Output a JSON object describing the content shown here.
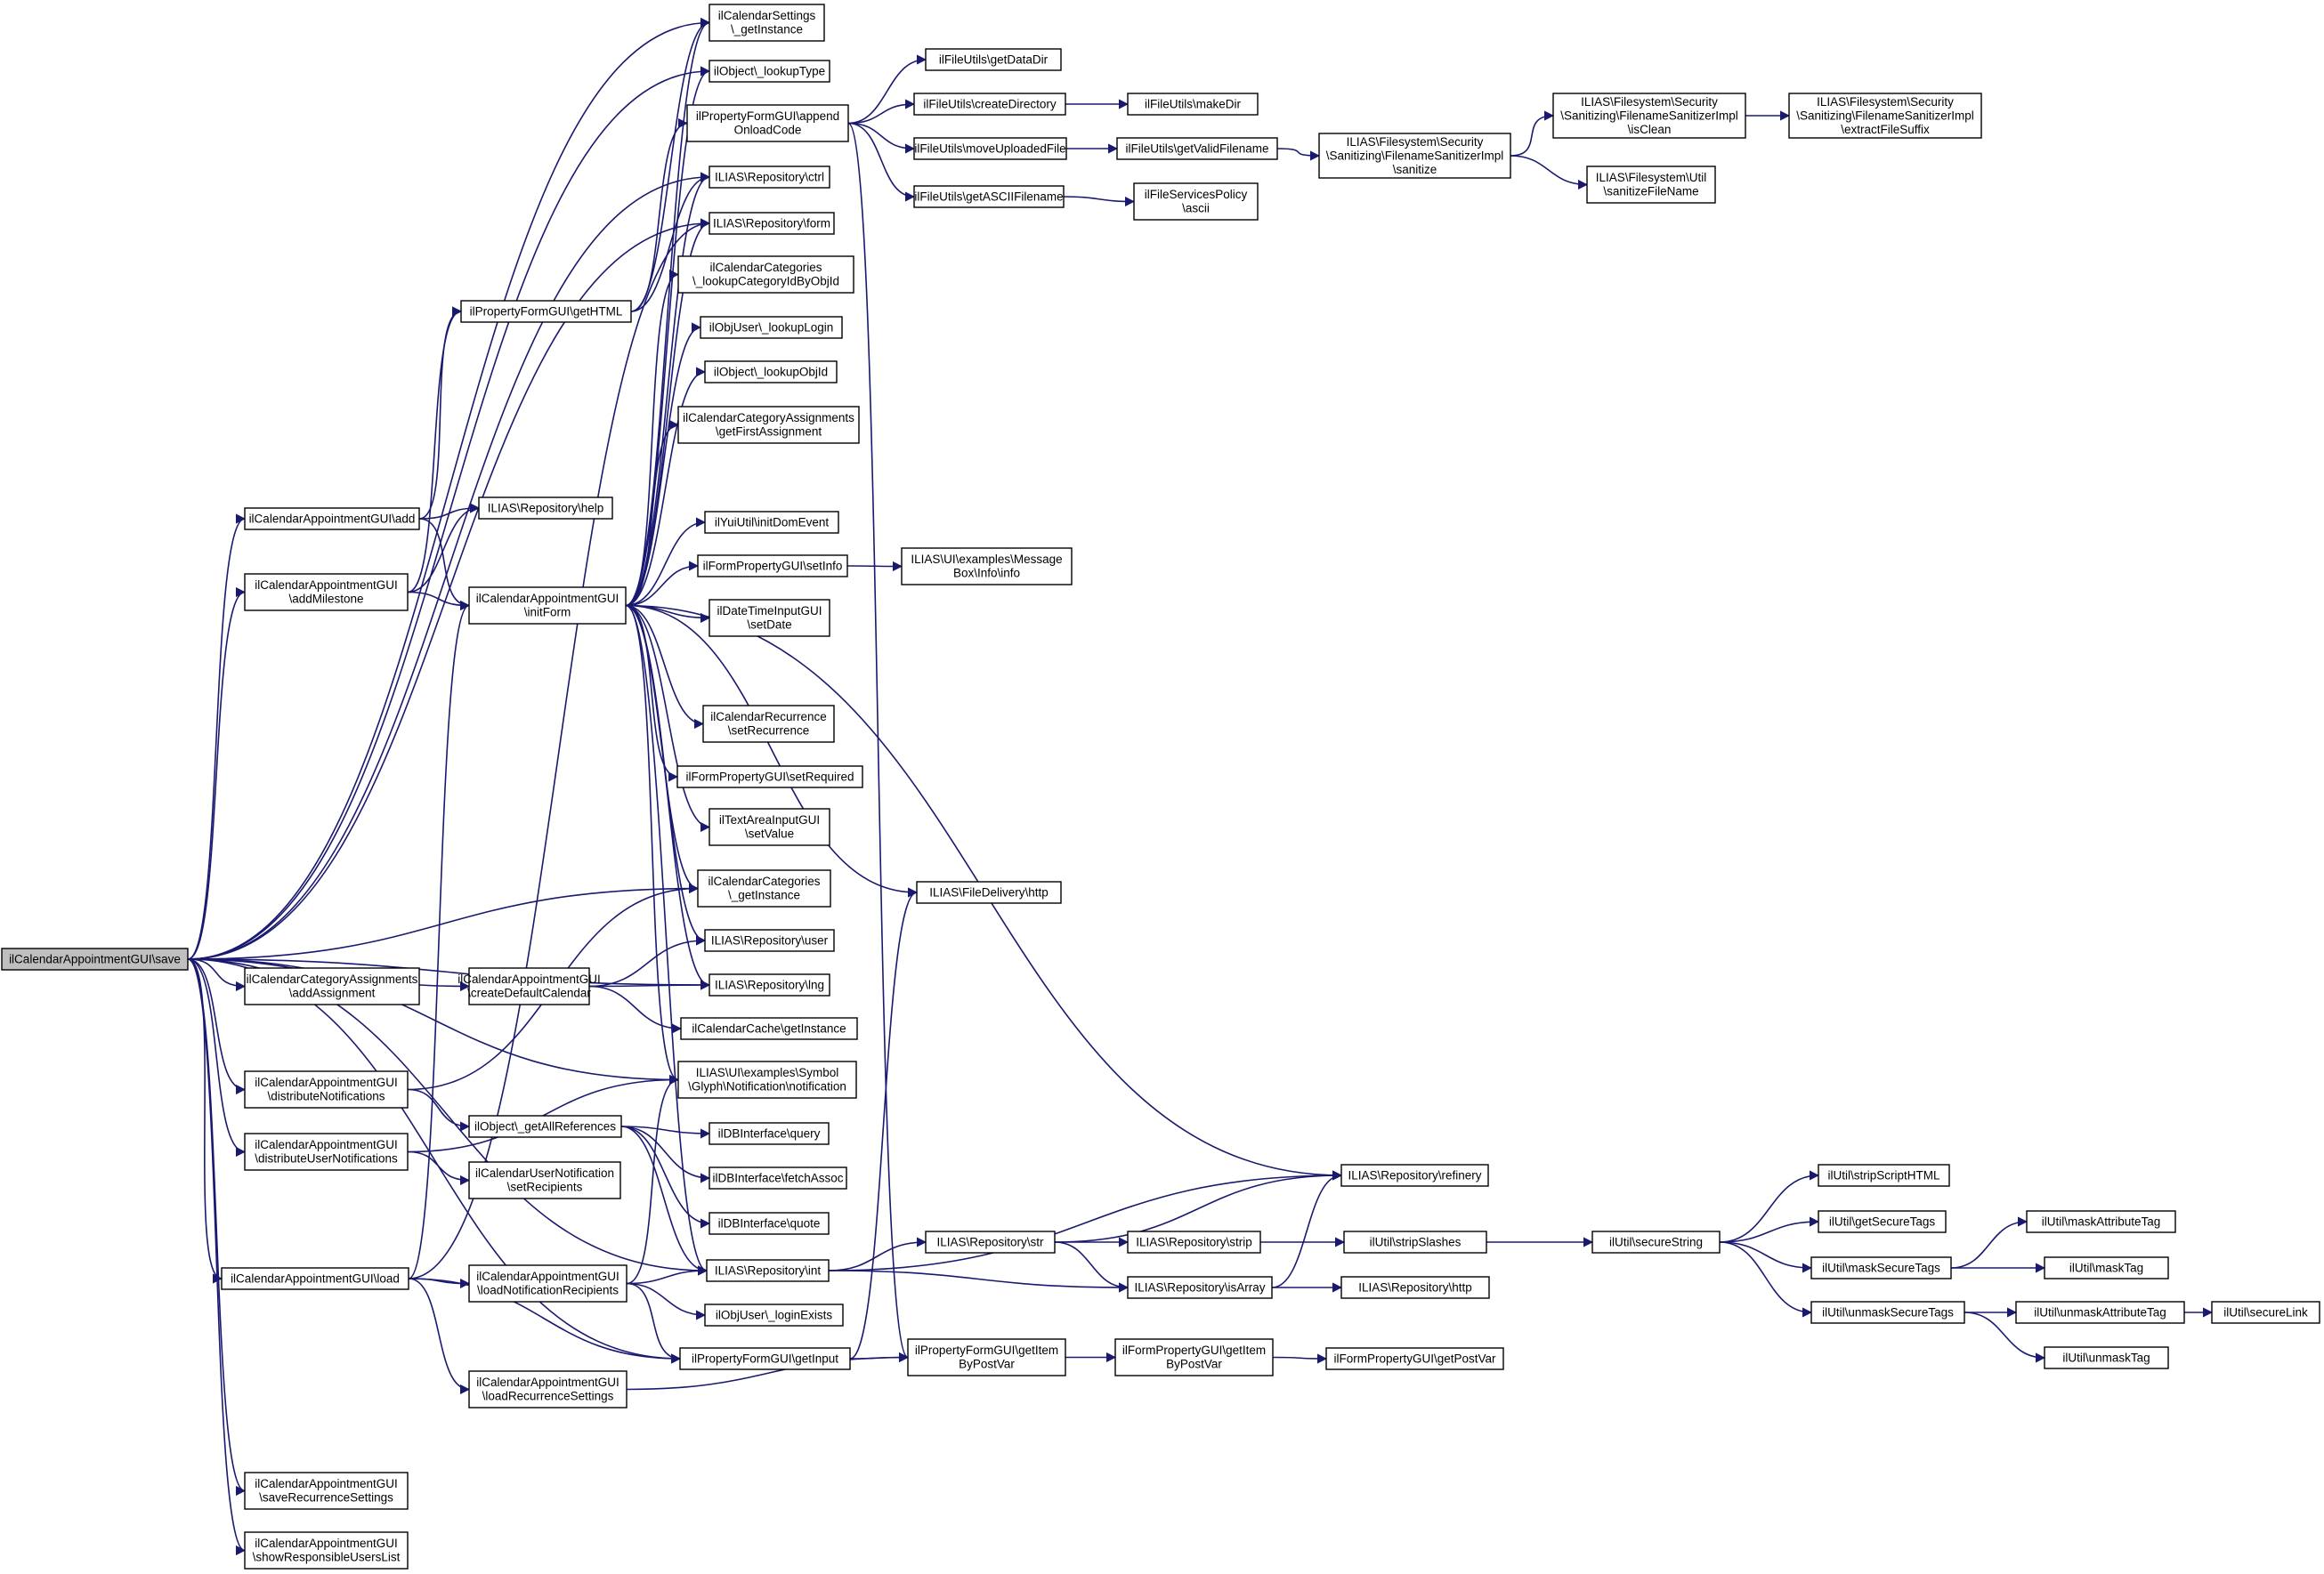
{
  "graph": {
    "edge_color": "#191970",
    "root_fill": "#bfbfbf",
    "nodes": [
      {
        "id": "save",
        "lines": [
          "ilCalendarAppointmentGUI\\save"
        ],
        "root": true
      },
      {
        "id": "calsettings",
        "lines": [
          "ilCalendarSettings",
          "\\_getInstance"
        ]
      },
      {
        "id": "lookupType",
        "lines": [
          "ilObject\\_lookupType"
        ]
      },
      {
        "id": "appendOnload",
        "lines": [
          "ilPropertyFormGUI\\append",
          "OnloadCode"
        ]
      },
      {
        "id": "repoCtrl",
        "lines": [
          "ILIAS\\Repository\\ctrl"
        ]
      },
      {
        "id": "repoForm",
        "lines": [
          "ILIAS\\Repository\\form"
        ]
      },
      {
        "id": "lookupCatId",
        "lines": [
          "ilCalendarCategories",
          "\\_lookupCategoryIdByObjId"
        ]
      },
      {
        "id": "lookupLogin",
        "lines": [
          "ilObjUser\\_lookupLogin"
        ]
      },
      {
        "id": "lookupObjId",
        "lines": [
          "ilObject\\_lookupObjId"
        ]
      },
      {
        "id": "getFirstAssign",
        "lines": [
          "ilCalendarCategoryAssignments",
          "\\getFirstAssignment"
        ]
      },
      {
        "id": "initDomEvent",
        "lines": [
          "ilYuiUtil\\initDomEvent"
        ]
      },
      {
        "id": "setInfo",
        "lines": [
          "ilFormPropertyGUI\\setInfo"
        ]
      },
      {
        "id": "setDate",
        "lines": [
          "ilDateTimeInputGUI",
          "\\setDate"
        ]
      },
      {
        "id": "setRecurrence",
        "lines": [
          "ilCalendarRecurrence",
          "\\setRecurrence"
        ]
      },
      {
        "id": "setRequired",
        "lines": [
          "ilFormPropertyGUI\\setRequired"
        ]
      },
      {
        "id": "setValue",
        "lines": [
          "ilTextAreaInputGUI",
          "\\setValue"
        ]
      },
      {
        "id": "catGetInstance",
        "lines": [
          "ilCalendarCategories",
          "\\_getInstance"
        ]
      },
      {
        "id": "repoUser",
        "lines": [
          "ILIAS\\Repository\\user"
        ]
      },
      {
        "id": "repoLng",
        "lines": [
          "ILIAS\\Repository\\lng"
        ]
      },
      {
        "id": "cacheGetInstance",
        "lines": [
          "ilCalendarCache\\getInstance"
        ]
      },
      {
        "id": "notification",
        "lines": [
          "ILIAS\\UI\\examples\\Symbol",
          "\\Glyph\\Notification\\notification"
        ]
      },
      {
        "id": "dbQuery",
        "lines": [
          "ilDBInterface\\query"
        ]
      },
      {
        "id": "dbFetch",
        "lines": [
          "ilDBInterface\\fetchAssoc"
        ]
      },
      {
        "id": "dbQuote",
        "lines": [
          "ilDBInterface\\quote"
        ]
      },
      {
        "id": "repoInt",
        "lines": [
          "ILIAS\\Repository\\int"
        ]
      },
      {
        "id": "loginExists",
        "lines": [
          "ilObjUser\\_loginExists"
        ]
      },
      {
        "id": "getInput",
        "lines": [
          "ilPropertyFormGUI\\getInput"
        ]
      },
      {
        "id": "getHTML",
        "lines": [
          "ilPropertyFormGUI\\getHTML"
        ]
      },
      {
        "id": "add",
        "lines": [
          "ilCalendarAppointmentGUI\\add"
        ]
      },
      {
        "id": "repoHelp",
        "lines": [
          "ILIAS\\Repository\\help"
        ]
      },
      {
        "id": "addMilestone",
        "lines": [
          "ilCalendarAppointmentGUI",
          "\\addMilestone"
        ]
      },
      {
        "id": "initForm",
        "lines": [
          "ilCalendarAppointmentGUI",
          "\\initForm"
        ]
      },
      {
        "id": "addAssignment",
        "lines": [
          "ilCalendarCategoryAssignments",
          "\\addAssignment"
        ]
      },
      {
        "id": "createDefaultCal",
        "lines": [
          "ilCalendarAppointmentGUI",
          "\\createDefaultCalendar"
        ]
      },
      {
        "id": "distNotif",
        "lines": [
          "ilCalendarAppointmentGUI",
          "\\distributeNotifications"
        ]
      },
      {
        "id": "distUserNotif",
        "lines": [
          "ilCalendarAppointmentGUI",
          "\\distributeUserNotifications"
        ]
      },
      {
        "id": "getAllRefs",
        "lines": [
          "ilObject\\_getAllReferences"
        ]
      },
      {
        "id": "setRecipients",
        "lines": [
          "ilCalendarUserNotification",
          "\\setRecipients"
        ]
      },
      {
        "id": "load",
        "lines": [
          "ilCalendarAppointmentGUI\\load"
        ]
      },
      {
        "id": "loadNotifRecip",
        "lines": [
          "ilCalendarAppointmentGUI",
          "\\loadNotificationRecipients"
        ]
      },
      {
        "id": "loadRecurSettings",
        "lines": [
          "ilCalendarAppointmentGUI",
          "\\loadRecurrenceSettings"
        ]
      },
      {
        "id": "saveRecurSettings",
        "lines": [
          "ilCalendarAppointmentGUI",
          "\\saveRecurrenceSettings"
        ]
      },
      {
        "id": "showRespUsers",
        "lines": [
          "ilCalendarAppointmentGUI",
          "\\showResponsibleUsersList"
        ]
      },
      {
        "id": "getDataDir",
        "lines": [
          "ilFileUtils\\getDataDir"
        ]
      },
      {
        "id": "createDirectory",
        "lines": [
          "ilFileUtils\\createDirectory"
        ]
      },
      {
        "id": "moveUploaded",
        "lines": [
          "ilFileUtils\\moveUploadedFile"
        ]
      },
      {
        "id": "getASCII",
        "lines": [
          "ilFileUtils\\getASCIIFilename"
        ]
      },
      {
        "id": "makeDir",
        "lines": [
          "ilFileUtils\\makeDir"
        ]
      },
      {
        "id": "getValidFilename",
        "lines": [
          "ilFileUtils\\getValidFilename"
        ]
      },
      {
        "id": "ascii",
        "lines": [
          "ilFileServicesPolicy",
          "\\ascii"
        ]
      },
      {
        "id": "sanitize",
        "lines": [
          "ILIAS\\Filesystem\\Security",
          "\\Sanitizing\\FilenameSanitizerImpl",
          "\\sanitize"
        ]
      },
      {
        "id": "isClean",
        "lines": [
          "ILIAS\\Filesystem\\Security",
          "\\Sanitizing\\FilenameSanitizerImpl",
          "\\isClean"
        ]
      },
      {
        "id": "extractSuffix",
        "lines": [
          "ILIAS\\Filesystem\\Security",
          "\\Sanitizing\\FilenameSanitizerImpl",
          "\\extractFileSuffix"
        ]
      },
      {
        "id": "sanitizeFileName",
        "lines": [
          "ILIAS\\Filesystem\\Util",
          "\\sanitizeFileName"
        ]
      },
      {
        "id": "msgInfo",
        "lines": [
          "ILIAS\\UI\\examples\\Message",
          "Box\\Info\\info"
        ]
      },
      {
        "id": "fileDelivHttp",
        "lines": [
          "ILIAS\\FileDelivery\\http"
        ]
      },
      {
        "id": "refinery",
        "lines": [
          "ILIAS\\Repository\\refinery"
        ]
      },
      {
        "id": "repoStr",
        "lines": [
          "ILIAS\\Repository\\str"
        ]
      },
      {
        "id": "repoStrip",
        "lines": [
          "ILIAS\\Repository\\strip"
        ]
      },
      {
        "id": "repoIsArray",
        "lines": [
          "ILIAS\\Repository\\isArray"
        ]
      },
      {
        "id": "stripSlashes",
        "lines": [
          "ilUtil\\stripSlashes"
        ]
      },
      {
        "id": "repoHttp",
        "lines": [
          "ILIAS\\Repository\\http"
        ]
      },
      {
        "id": "secureString",
        "lines": [
          "ilUtil\\secureString"
        ]
      },
      {
        "id": "stripScript",
        "lines": [
          "ilUtil\\stripScriptHTML"
        ]
      },
      {
        "id": "getSecureTags",
        "lines": [
          "ilUtil\\getSecureTags"
        ]
      },
      {
        "id": "maskSecureTags",
        "lines": [
          "ilUtil\\maskSecureTags"
        ]
      },
      {
        "id": "unmaskSecureTags",
        "lines": [
          "ilUtil\\unmaskSecureTags"
        ]
      },
      {
        "id": "maskAttrTag",
        "lines": [
          "ilUtil\\maskAttributeTag"
        ]
      },
      {
        "id": "maskTag",
        "lines": [
          "ilUtil\\maskTag"
        ]
      },
      {
        "id": "unmaskAttrTag",
        "lines": [
          "ilUtil\\unmaskAttributeTag"
        ]
      },
      {
        "id": "unmaskTag",
        "lines": [
          "ilUtil\\unmaskTag"
        ]
      },
      {
        "id": "secureLink",
        "lines": [
          "ilUtil\\secureLink"
        ]
      },
      {
        "id": "getItemByPostVar",
        "lines": [
          "ilPropertyFormGUI\\getItem",
          "ByPostVar"
        ]
      },
      {
        "id": "formPropGetItem",
        "lines": [
          "ilFormPropertyGUI\\getItem",
          "ByPostVar"
        ]
      },
      {
        "id": "getPostVar",
        "lines": [
          "ilFormPropertyGUI\\getPostVar"
        ]
      }
    ],
    "edges": [
      [
        "save",
        "calsettings"
      ],
      [
        "save",
        "lookupType"
      ],
      [
        "save",
        "repoCtrl"
      ],
      [
        "save",
        "repoForm"
      ],
      [
        "save",
        "add"
      ],
      [
        "save",
        "addMilestone"
      ],
      [
        "save",
        "catGetInstance"
      ],
      [
        "save",
        "addAssignment"
      ],
      [
        "save",
        "createDefaultCal"
      ],
      [
        "save",
        "repoLng"
      ],
      [
        "save",
        "notification"
      ],
      [
        "save",
        "distNotif"
      ],
      [
        "save",
        "distUserNotif"
      ],
      [
        "save",
        "repoInt"
      ],
      [
        "save",
        "load"
      ],
      [
        "save",
        "getInput"
      ],
      [
        "save",
        "saveRecurSettings"
      ],
      [
        "save",
        "showRespUsers"
      ],
      [
        "add",
        "getHTML"
      ],
      [
        "add",
        "repoHelp"
      ],
      [
        "add",
        "initForm"
      ],
      [
        "addMilestone",
        "getHTML"
      ],
      [
        "addMilestone",
        "repoHelp"
      ],
      [
        "addMilestone",
        "initForm"
      ],
      [
        "getHTML",
        "appendOnload"
      ],
      [
        "getHTML",
        "repoCtrl"
      ],
      [
        "getHTML",
        "calsettings"
      ],
      [
        "initForm",
        "calsettings"
      ],
      [
        "initForm",
        "lookupType"
      ],
      [
        "initForm",
        "repoCtrl"
      ],
      [
        "initForm",
        "repoForm"
      ],
      [
        "initForm",
        "lookupCatId"
      ],
      [
        "initForm",
        "lookupLogin"
      ],
      [
        "initForm",
        "lookupObjId"
      ],
      [
        "initForm",
        "getFirstAssign"
      ],
      [
        "initForm",
        "initDomEvent"
      ],
      [
        "initForm",
        "setInfo"
      ],
      [
        "initForm",
        "setDate"
      ],
      [
        "initForm",
        "setRecurrence"
      ],
      [
        "initForm",
        "setRequired"
      ],
      [
        "initForm",
        "setValue"
      ],
      [
        "initForm",
        "catGetInstance"
      ],
      [
        "initForm",
        "repoUser"
      ],
      [
        "initForm",
        "repoLng"
      ],
      [
        "initForm",
        "notification"
      ],
      [
        "initForm",
        "repoInt"
      ],
      [
        "initForm",
        "fileDelivHttp"
      ],
      [
        "initForm",
        "refinery"
      ],
      [
        "appendOnload",
        "getDataDir"
      ],
      [
        "appendOnload",
        "createDirectory"
      ],
      [
        "appendOnload",
        "moveUploaded"
      ],
      [
        "appendOnload",
        "getASCII"
      ],
      [
        "appendOnload",
        "getItemByPostVar"
      ],
      [
        "createDirectory",
        "makeDir"
      ],
      [
        "moveUploaded",
        "getValidFilename"
      ],
      [
        "getASCII",
        "ascii"
      ],
      [
        "getValidFilename",
        "sanitize"
      ],
      [
        "sanitize",
        "isClean"
      ],
      [
        "sanitize",
        "sanitizeFileName"
      ],
      [
        "isClean",
        "extractSuffix"
      ],
      [
        "setInfo",
        "msgInfo"
      ],
      [
        "createDefaultCal",
        "repoUser"
      ],
      [
        "createDefaultCal",
        "repoLng"
      ],
      [
        "createDefaultCal",
        "cacheGetInstance"
      ],
      [
        "distNotif",
        "catGetInstance"
      ],
      [
        "distNotif",
        "getAllRefs"
      ],
      [
        "distUserNotif",
        "notification"
      ],
      [
        "distUserNotif",
        "setRecipients"
      ],
      [
        "getAllRefs",
        "dbQuery"
      ],
      [
        "getAllRefs",
        "dbFetch"
      ],
      [
        "getAllRefs",
        "dbQuote"
      ],
      [
        "getAllRefs",
        "repoInt"
      ],
      [
        "load",
        "repoForm"
      ],
      [
        "load",
        "initForm"
      ],
      [
        "load",
        "loadNotifRecip"
      ],
      [
        "load",
        "loadRecurSettings"
      ],
      [
        "load",
        "getInput"
      ],
      [
        "loadNotifRecip",
        "notification"
      ],
      [
        "loadNotifRecip",
        "repoInt"
      ],
      [
        "loadNotifRecip",
        "loginExists"
      ],
      [
        "loadNotifRecip",
        "getInput"
      ],
      [
        "loadRecurSettings",
        "getItemByPostVar"
      ],
      [
        "getInput",
        "fileDelivHttp"
      ],
      [
        "getInput",
        "getItemByPostVar"
      ],
      [
        "repoInt",
        "refinery"
      ],
      [
        "repoInt",
        "repoStr"
      ],
      [
        "repoInt",
        "repoIsArray"
      ],
      [
        "repoStr",
        "refinery"
      ],
      [
        "repoStr",
        "repoStrip"
      ],
      [
        "repoStr",
        "repoIsArray"
      ],
      [
        "repoStrip",
        "stripSlashes"
      ],
      [
        "repoIsArray",
        "refinery"
      ],
      [
        "repoIsArray",
        "repoHttp"
      ],
      [
        "stripSlashes",
        "secureString"
      ],
      [
        "secureString",
        "stripScript"
      ],
      [
        "secureString",
        "getSecureTags"
      ],
      [
        "secureString",
        "maskSecureTags"
      ],
      [
        "secureString",
        "unmaskSecureTags"
      ],
      [
        "maskSecureTags",
        "maskAttrTag"
      ],
      [
        "maskSecureTags",
        "maskTag"
      ],
      [
        "unmaskSecureTags",
        "unmaskAttrTag"
      ],
      [
        "unmaskSecureTags",
        "unmaskTag"
      ],
      [
        "unmaskAttrTag",
        "secureLink"
      ],
      [
        "getItemByPostVar",
        "formPropGetItem"
      ],
      [
        "formPropGetItem",
        "getPostVar"
      ]
    ]
  }
}
